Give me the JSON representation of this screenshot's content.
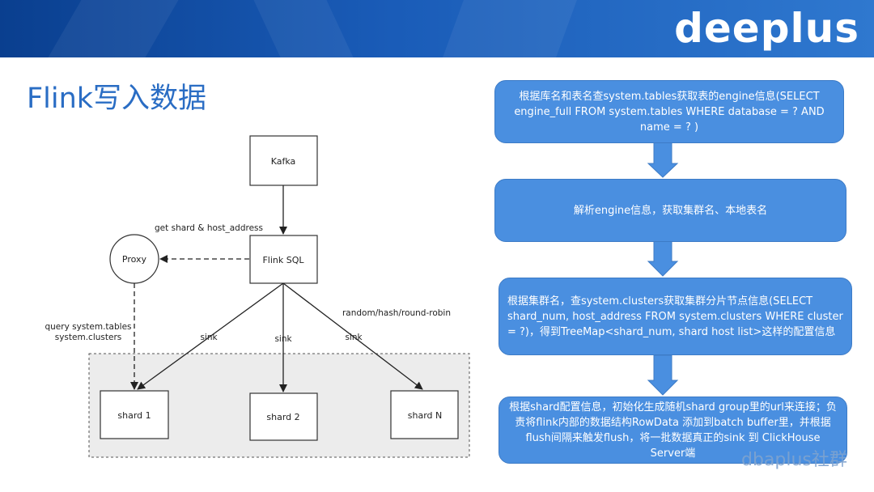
{
  "banner": {
    "logo_text": "deeplus"
  },
  "slide": {
    "title": "Flink写入数据"
  },
  "diagram": {
    "nodes": {
      "kafka": "Kafka",
      "flink_sql": "Flink SQL",
      "proxy": "Proxy",
      "shard1": "shard 1",
      "shard2": "shard 2",
      "shardN": "shard N"
    },
    "labels": {
      "get_shard": "get shard & host_address",
      "query_line1": "query system.tables",
      "query_line2": "system.clusters",
      "sink1": "sink",
      "sink2": "sink",
      "sink3": "sink",
      "routing": "random/hash/round-robin"
    }
  },
  "flow": {
    "step1": "根据库名和表名查system.tables获取表的engine信息(SELECT engine_full FROM system.tables WHERE database = ? AND name = ? )",
    "step2": "解析engine信息，获取集群名、本地表名",
    "step3": "根据集群名，查system.clusters获取集群分片节点信息(SELECT shard_num, host_address FROM system.clusters WHERE cluster = ?)，得到TreeMap<shard_num, shard host list>这样的配置信息",
    "step4": "根据shard配置信息，初始化生成随机shard group里的url来连接；负责将flink内部的数据结构RowData 添加到batch buffer里，并根据flush间隔来触发flush，将一批数据真正的sink 到 ClickHouse Server端"
  },
  "watermark": "dbaplus社群",
  "colors": {
    "banner": "#1a5cb8",
    "title": "#2a6dc4",
    "flow_box": "#4a8fe0",
    "arrow": "#4a8fe0",
    "cluster_bg": "#ececec"
  }
}
